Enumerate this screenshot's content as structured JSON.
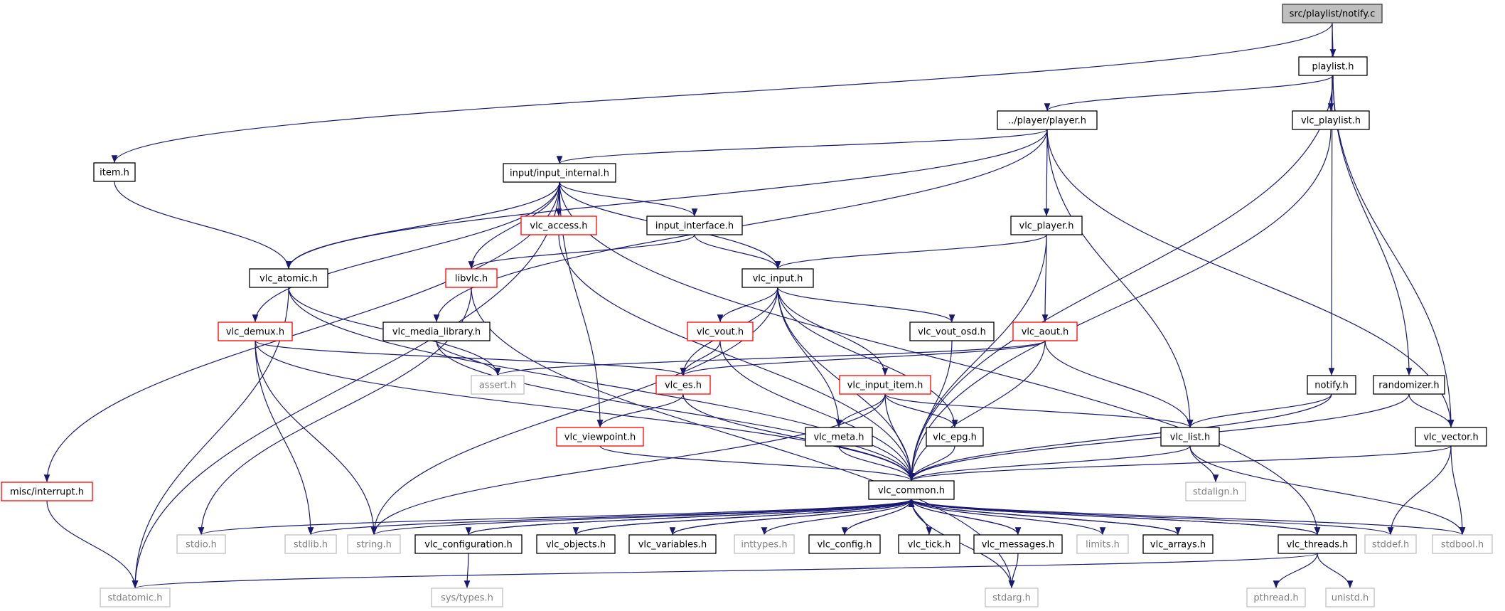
{
  "colors": {
    "edge": "#191970",
    "normal_border": "#000000",
    "red_border": "#ff0000",
    "gray_border": "#bfbfbf",
    "gray_text": "#808080",
    "root_fill": "#bfbfbf"
  },
  "nodes": [
    {
      "id": "notify_c",
      "label": "src/playlist/notify.c",
      "style": "root"
    },
    {
      "id": "playlist_h",
      "label": "playlist.h",
      "style": "normal"
    },
    {
      "id": "item_h",
      "label": "item.h",
      "style": "normal"
    },
    {
      "id": "player_h",
      "label": "../player/player.h",
      "style": "normal"
    },
    {
      "id": "vlc_playlist_h",
      "label": "vlc_playlist.h",
      "style": "normal"
    },
    {
      "id": "input_internal_h",
      "label": "input/input_internal.h",
      "style": "normal"
    },
    {
      "id": "vlc_access_h",
      "label": "vlc_access.h",
      "style": "red"
    },
    {
      "id": "input_interface_h",
      "label": "input_interface.h",
      "style": "normal"
    },
    {
      "id": "vlc_player_h",
      "label": "vlc_player.h",
      "style": "normal"
    },
    {
      "id": "vlc_atomic_h",
      "label": "vlc_atomic.h",
      "style": "normal"
    },
    {
      "id": "libvlc_h",
      "label": "libvlc.h",
      "style": "red"
    },
    {
      "id": "vlc_input_h",
      "label": "vlc_input.h",
      "style": "normal"
    },
    {
      "id": "vlc_demux_h",
      "label": "vlc_demux.h",
      "style": "red"
    },
    {
      "id": "vlc_media_library_h",
      "label": "vlc_media_library.h",
      "style": "normal"
    },
    {
      "id": "vlc_vout_h",
      "label": "vlc_vout.h",
      "style": "red"
    },
    {
      "id": "vlc_vout_osd_h",
      "label": "vlc_vout_osd.h",
      "style": "normal"
    },
    {
      "id": "vlc_aout_h",
      "label": "vlc_aout.h",
      "style": "red"
    },
    {
      "id": "assert_h",
      "label": "assert.h",
      "style": "gray"
    },
    {
      "id": "vlc_es_h",
      "label": "vlc_es.h",
      "style": "red"
    },
    {
      "id": "vlc_input_item_h",
      "label": "vlc_input_item.h",
      "style": "red"
    },
    {
      "id": "notify_h",
      "label": "notify.h",
      "style": "normal"
    },
    {
      "id": "randomizer_h",
      "label": "randomizer.h",
      "style": "normal"
    },
    {
      "id": "vlc_viewpoint_h",
      "label": "vlc_viewpoint.h",
      "style": "red"
    },
    {
      "id": "vlc_meta_h",
      "label": "vlc_meta.h",
      "style": "normal"
    },
    {
      "id": "vlc_epg_h",
      "label": "vlc_epg.h",
      "style": "normal"
    },
    {
      "id": "vlc_list_h",
      "label": "vlc_list.h",
      "style": "normal"
    },
    {
      "id": "vlc_vector_h",
      "label": "vlc_vector.h",
      "style": "normal"
    },
    {
      "id": "misc_interrupt_h",
      "label": "misc/interrupt.h",
      "style": "red"
    },
    {
      "id": "vlc_common_h",
      "label": "vlc_common.h",
      "style": "normal"
    },
    {
      "id": "stdalign_h",
      "label": "stdalign.h",
      "style": "gray"
    },
    {
      "id": "stdio_h",
      "label": "stdio.h",
      "style": "gray"
    },
    {
      "id": "stdlib_h",
      "label": "stdlib.h",
      "style": "gray"
    },
    {
      "id": "string_h",
      "label": "string.h",
      "style": "gray"
    },
    {
      "id": "vlc_configuration_h",
      "label": "vlc_configuration.h",
      "style": "normal"
    },
    {
      "id": "vlc_objects_h",
      "label": "vlc_objects.h",
      "style": "normal"
    },
    {
      "id": "vlc_variables_h",
      "label": "vlc_variables.h",
      "style": "normal"
    },
    {
      "id": "inttypes_h",
      "label": "inttypes.h",
      "style": "gray"
    },
    {
      "id": "vlc_config_h",
      "label": "vlc_config.h",
      "style": "normal"
    },
    {
      "id": "vlc_tick_h",
      "label": "vlc_tick.h",
      "style": "normal"
    },
    {
      "id": "vlc_messages_h",
      "label": "vlc_messages.h",
      "style": "normal"
    },
    {
      "id": "limits_h",
      "label": "limits.h",
      "style": "gray"
    },
    {
      "id": "vlc_arrays_h",
      "label": "vlc_arrays.h",
      "style": "normal"
    },
    {
      "id": "vlc_threads_h",
      "label": "vlc_threads.h",
      "style": "normal"
    },
    {
      "id": "stddef_h",
      "label": "stddef.h",
      "style": "gray"
    },
    {
      "id": "stdbool_h",
      "label": "stdbool.h",
      "style": "gray"
    },
    {
      "id": "stdatomic_h",
      "label": "stdatomic.h",
      "style": "gray"
    },
    {
      "id": "sys_types_h",
      "label": "sys/types.h",
      "style": "gray"
    },
    {
      "id": "stdarg_h",
      "label": "stdarg.h",
      "style": "gray"
    },
    {
      "id": "pthread_h",
      "label": "pthread.h",
      "style": "gray"
    },
    {
      "id": "unistd_h",
      "label": "unistd.h",
      "style": "gray"
    }
  ],
  "edges": [
    [
      "notify_c",
      "playlist_h"
    ],
    [
      "notify_c",
      "item_h"
    ],
    [
      "notify_c",
      "notify_h"
    ],
    [
      "playlist_h",
      "player_h"
    ],
    [
      "playlist_h",
      "vlc_playlist_h"
    ],
    [
      "playlist_h",
      "randomizer_h"
    ],
    [
      "playlist_h",
      "vlc_vector_h"
    ],
    [
      "playlist_h",
      "vlc_common_h"
    ],
    [
      "item_h",
      "vlc_atomic_h"
    ],
    [
      "player_h",
      "input_internal_h"
    ],
    [
      "player_h",
      "vlc_player_h"
    ],
    [
      "player_h",
      "vlc_atomic_h"
    ],
    [
      "player_h",
      "vlc_media_library_h"
    ],
    [
      "player_h",
      "vlc_list_h"
    ],
    [
      "player_h",
      "vlc_vector_h"
    ],
    [
      "vlc_playlist_h",
      "vlc_common_h"
    ],
    [
      "input_internal_h",
      "vlc_access_h"
    ],
    [
      "input_internal_h",
      "input_interface_h"
    ],
    [
      "input_internal_h",
      "vlc_input_h"
    ],
    [
      "input_internal_h",
      "vlc_atomic_h"
    ],
    [
      "input_internal_h",
      "libvlc_h"
    ],
    [
      "input_internal_h",
      "vlc_demux_h"
    ],
    [
      "input_internal_h",
      "misc_interrupt_h"
    ],
    [
      "input_internal_h",
      "vlc_viewpoint_h"
    ],
    [
      "input_internal_h",
      "stdatomic_h"
    ],
    [
      "input_internal_h",
      "vlc_threads_h"
    ],
    [
      "vlc_access_h",
      "vlc_common_h"
    ],
    [
      "input_interface_h",
      "libvlc_h"
    ],
    [
      "input_interface_h",
      "vlc_input_h"
    ],
    [
      "vlc_player_h",
      "vlc_input_h"
    ],
    [
      "vlc_player_h",
      "vlc_aout_h"
    ],
    [
      "vlc_player_h",
      "vlc_common_h"
    ],
    [
      "vlc_atomic_h",
      "assert_h"
    ],
    [
      "vlc_atomic_h",
      "stdatomic_h"
    ],
    [
      "vlc_atomic_h",
      "vlc_common_h"
    ],
    [
      "libvlc_h",
      "stdio_h"
    ],
    [
      "libvlc_h",
      "stdarg_h"
    ],
    [
      "vlc_input_h",
      "vlc_vout_h"
    ],
    [
      "vlc_input_h",
      "vlc_vout_osd_h"
    ],
    [
      "vlc_input_h",
      "vlc_es_h"
    ],
    [
      "vlc_input_h",
      "vlc_input_item_h"
    ],
    [
      "vlc_input_h",
      "vlc_meta_h"
    ],
    [
      "vlc_input_h",
      "vlc_epg_h"
    ],
    [
      "vlc_input_h",
      "vlc_common_h"
    ],
    [
      "vlc_input_h",
      "string_h"
    ],
    [
      "vlc_demux_h",
      "vlc_es_h"
    ],
    [
      "vlc_demux_h",
      "stdlib_h"
    ],
    [
      "vlc_demux_h",
      "string_h"
    ],
    [
      "vlc_demux_h",
      "vlc_common_h"
    ],
    [
      "vlc_media_library_h",
      "assert_h"
    ],
    [
      "vlc_media_library_h",
      "vlc_common_h"
    ],
    [
      "vlc_vout_h",
      "vlc_es_h"
    ],
    [
      "vlc_vout_h",
      "vlc_common_h"
    ],
    [
      "vlc_vout_osd_h",
      "vlc_common_h"
    ],
    [
      "vlc_aout_h",
      "vlc_es_h"
    ],
    [
      "vlc_aout_h",
      "assert_h"
    ],
    [
      "vlc_aout_h",
      "vlc_list_h"
    ],
    [
      "vlc_aout_h",
      "vlc_common_h"
    ],
    [
      "vlc_es_h",
      "vlc_viewpoint_h"
    ],
    [
      "vlc_es_h",
      "vlc_common_h"
    ],
    [
      "vlc_input_item_h",
      "vlc_meta_h"
    ],
    [
      "vlc_input_item_h",
      "vlc_epg_h"
    ],
    [
      "vlc_input_item_h",
      "vlc_list_h"
    ],
    [
      "vlc_input_item_h",
      "vlc_common_h"
    ],
    [
      "vlc_input_item_h",
      "string_h"
    ],
    [
      "notify_h",
      "vlc_list_h"
    ],
    [
      "notify_h",
      "vlc_common_h"
    ],
    [
      "randomizer_h",
      "vlc_vector_h"
    ],
    [
      "randomizer_h",
      "vlc_common_h"
    ],
    [
      "vlc_viewpoint_h",
      "vlc_common_h"
    ],
    [
      "vlc_meta_h",
      "vlc_common_h"
    ],
    [
      "vlc_epg_h",
      "vlc_common_h"
    ],
    [
      "vlc_list_h",
      "vlc_common_h"
    ],
    [
      "vlc_list_h",
      "stdalign_h"
    ],
    [
      "vlc_list_h",
      "stdbool_h"
    ],
    [
      "vlc_vector_h",
      "vlc_common_h"
    ],
    [
      "vlc_vector_h",
      "stddef_h"
    ],
    [
      "vlc_vector_h",
      "stdbool_h"
    ],
    [
      "misc_interrupt_h",
      "stdatomic_h"
    ],
    [
      "vlc_common_h",
      "stdio_h"
    ],
    [
      "vlc_common_h",
      "stdlib_h"
    ],
    [
      "vlc_common_h",
      "string_h"
    ],
    [
      "vlc_common_h",
      "vlc_configuration_h"
    ],
    [
      "vlc_common_h",
      "vlc_objects_h"
    ],
    [
      "vlc_common_h",
      "vlc_variables_h"
    ],
    [
      "vlc_common_h",
      "inttypes_h"
    ],
    [
      "vlc_common_h",
      "vlc_config_h"
    ],
    [
      "vlc_common_h",
      "vlc_tick_h"
    ],
    [
      "vlc_common_h",
      "vlc_messages_h"
    ],
    [
      "vlc_common_h",
      "limits_h"
    ],
    [
      "vlc_common_h",
      "vlc_arrays_h"
    ],
    [
      "vlc_common_h",
      "vlc_threads_h"
    ],
    [
      "vlc_common_h",
      "stddef_h"
    ],
    [
      "vlc_common_h",
      "stdbool_h"
    ],
    [
      "vlc_common_h",
      "stdarg_h"
    ],
    [
      "vlc_configuration_h",
      "vlc_common_h"
    ],
    [
      "vlc_configuration_h",
      "sys_types_h"
    ],
    [
      "vlc_objects_h",
      "vlc_common_h"
    ],
    [
      "vlc_variables_h",
      "vlc_common_h"
    ],
    [
      "vlc_config_h",
      "vlc_common_h"
    ],
    [
      "vlc_tick_h",
      "vlc_common_h"
    ],
    [
      "vlc_messages_h",
      "vlc_common_h"
    ],
    [
      "vlc_messages_h",
      "stdarg_h"
    ],
    [
      "vlc_arrays_h",
      "vlc_common_h"
    ],
    [
      "vlc_threads_h",
      "vlc_common_h"
    ],
    [
      "vlc_threads_h",
      "stdatomic_h"
    ],
    [
      "vlc_threads_h",
      "pthread_h"
    ],
    [
      "vlc_threads_h",
      "unistd_h"
    ]
  ]
}
